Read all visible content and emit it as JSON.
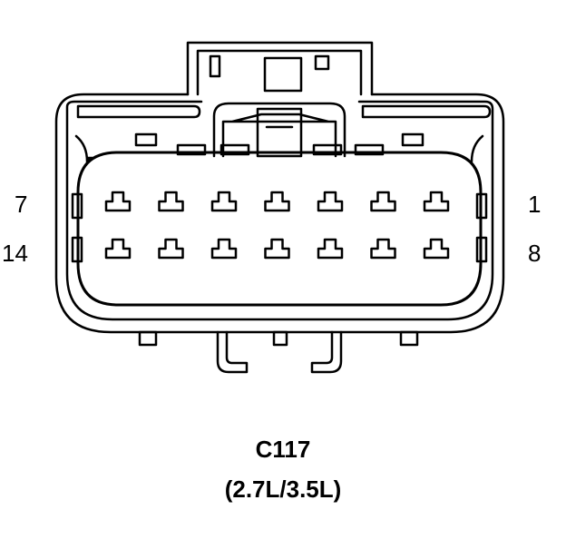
{
  "connector": {
    "name": "C117",
    "variant": "(2.7L/3.5L)"
  },
  "pin_labels": {
    "row1_left": "7",
    "row1_right": "1",
    "row2_left": "14",
    "row2_right": "8"
  },
  "rows": 2,
  "pins_per_row": 7,
  "colors": {
    "stroke": "#000000",
    "background": "#ffffff"
  }
}
